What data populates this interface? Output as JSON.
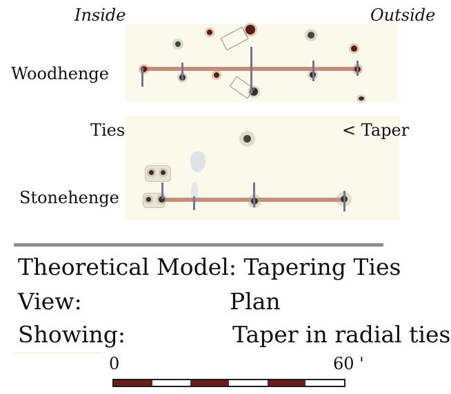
{
  "header": {
    "inside": "Inside",
    "outside": "Outside"
  },
  "panels": {
    "woodhenge": {
      "label": "Woodhenge"
    },
    "ties": {
      "label": "Ties",
      "taper": "< Taper"
    },
    "stonehenge": {
      "label": "Stonehenge"
    }
  },
  "model": {
    "title": "Theoretical Model: Tapering Ties",
    "view_label": "View:",
    "view_value": "Plan",
    "showing_label": "Showing:",
    "showing_value": "Taper in radial ties"
  },
  "scale": {
    "start": "0",
    "end": "60 '"
  },
  "colors": {
    "tie": "#c48e7a",
    "stick": "#6f7593",
    "panel": "#fbf9ea",
    "scale_dark": "#6a1d1d",
    "rule": "#8e8e8e"
  }
}
